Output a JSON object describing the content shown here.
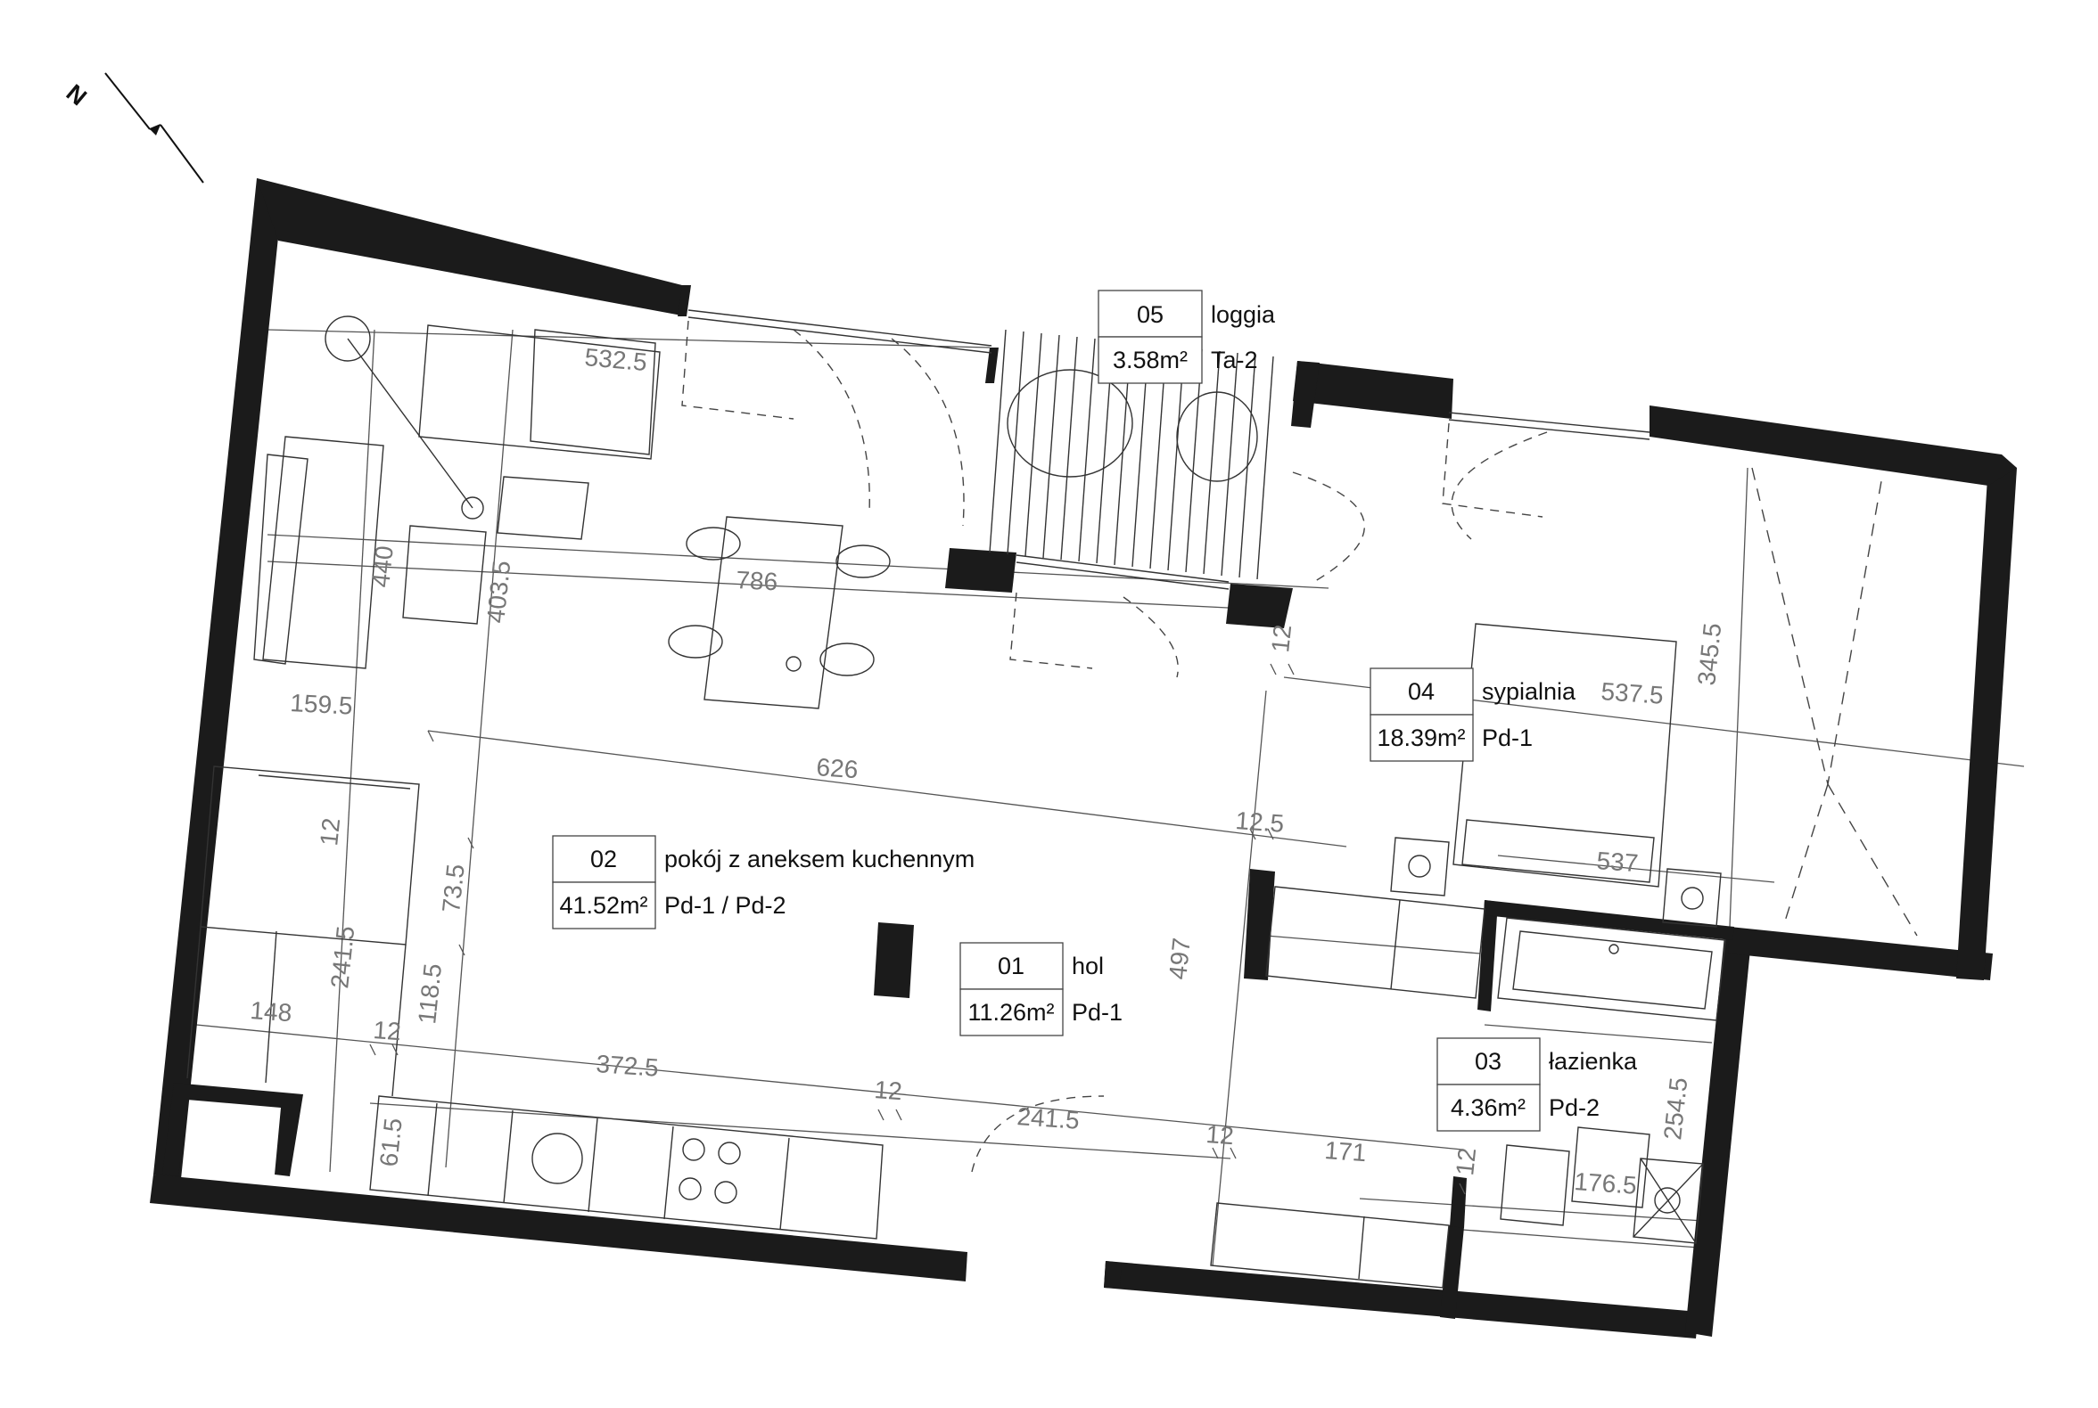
{
  "compass": {
    "label": "N"
  },
  "rooms": [
    {
      "id": "room-loggia",
      "number": "05",
      "name": "loggia",
      "area": "3.58m²",
      "finish": "Ta-2"
    },
    {
      "id": "room-bedroom",
      "number": "04",
      "name": "sypialnia",
      "area": "18.39m²",
      "finish": "Pd-1"
    },
    {
      "id": "room-living",
      "number": "02",
      "name": "pokój z aneksem kuchennym",
      "area": "41.52m²",
      "finish": "Pd-1 / Pd-2"
    },
    {
      "id": "room-hall",
      "number": "01",
      "name": "hol",
      "area": "11.26m²",
      "finish": "Pd-1"
    },
    {
      "id": "room-bathroom",
      "number": "03",
      "name": "łazienka",
      "area": "4.36m²",
      "finish": "Pd-2"
    }
  ],
  "dimensions": {
    "d_532_5": "532.5",
    "d_440": "440",
    "d_403_5": "403.5",
    "d_786": "786",
    "d_159_5": "159.5",
    "d_626": "626",
    "d_12_a": "12",
    "d_73_5": "73.5",
    "d_118_5": "118.5",
    "d_241_5_v": "241.5",
    "d_148": "148",
    "d_12_b": "12",
    "d_372_5": "372.5",
    "d_12_c": "12",
    "d_241_5_h": "241.5",
    "d_61_5": "61.5",
    "d_12_d": "12",
    "d_171": "171",
    "d_497": "497",
    "d_12_5": "12.5",
    "d_537_5": "537.5",
    "d_345_5": "345.5",
    "d_537": "537",
    "d_12_e": "12",
    "d_254_5": "254.5",
    "d_176_5": "176.5",
    "d_12_f": "12"
  }
}
